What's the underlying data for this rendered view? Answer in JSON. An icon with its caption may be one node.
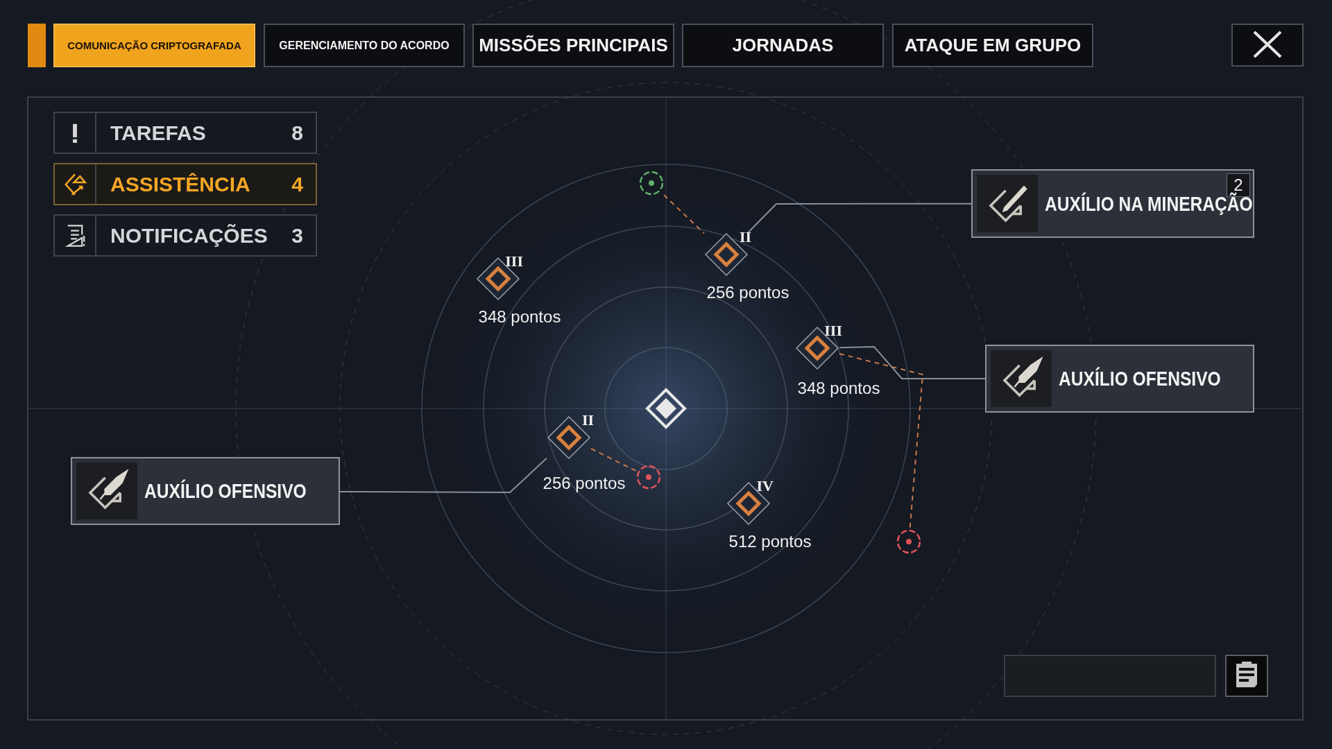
{
  "diagram": {
    "nodes": [
      {
        "text": [
          "COMUNICAÇÃO CRIPTOGRAFADA"
        ]
      },
      {
        "text": [
          "GERENCIAMENTO DO ACORDO"
        ]
      },
      {
        "text": [
          "MISSÕES PRINCIPAIS"
        ]
      },
      {
        "text": [
          "JORNADAS"
        ]
      },
      {
        "text": [
          "ATAQUE EM GRUPO"
        ]
      },
      {
        "text": [
          "TAREFAS",
          "8"
        ]
      },
      {
        "text": [
          "ASSISTÊNCIA",
          "4"
        ]
      },
      {
        "text": [
          "NOTIFICAÇÕES",
          "3"
        ]
      },
      {
        "text": [
          "2",
          "AUXÍLIO NA MINERAÇÃO"
        ]
      },
      {
        "text": [],
        "shape": "circle"
      },
      {
        "text": [
          "II"
        ],
        "beside": [
          "256 pontos"
        ]
      },
      {
        "text": [
          "III"
        ],
        "beside": [
          "348 pontos"
        ]
      },
      {
        "text": [
          "III"
        ],
        "beside": [
          "348 pontos"
        ]
      },
      {
        "text": [
          "AUXÍLIO OFENSIVO"
        ]
      },
      {
        "text": [],
        "shape": "diamond"
      },
      {
        "text": [
          "II"
        ],
        "beside": [
          "256 pontos"
        ]
      },
      {
        "text": [
          "AUXÍLIO OFENSIVO"
        ]
      },
      {
        "text": [],
        "shape": "circle"
      },
      {
        "text": [
          "IV"
        ],
        "beside": [
          "512 pontos"
        ]
      },
      {
        "text": [],
        "shape": "circle"
      }
    ],
    "edges": [
      {
        "from": 10,
        "to": 8,
        "arrow": "none"
      },
      {
        "from": 9,
        "to": 10,
        "arrow": "none",
        "style": "dashed",
        "color": "#c8784a"
      },
      {
        "from": 12,
        "to": 13,
        "arrow": "none"
      },
      {
        "from": 12,
        "to": 19,
        "arrow": "none",
        "style": "dashed",
        "color": "#c8784a"
      },
      {
        "from": 15,
        "to": 16,
        "arrow": "none"
      },
      {
        "from": 15,
        "to": 17,
        "arrow": "none",
        "style": "dashed",
        "color": "#c8784a"
      }
    ]
  }
}
